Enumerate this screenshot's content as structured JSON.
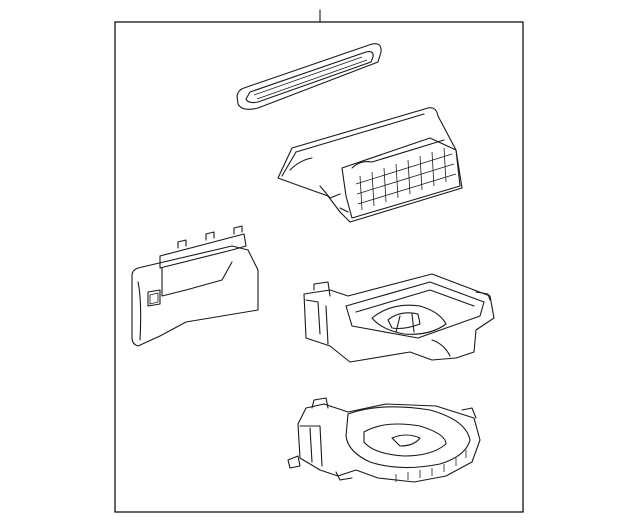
{
  "diagram": {
    "kind": "exploded-parts-illustration",
    "frame_color": "#000000",
    "line_color": "#1a1a1a",
    "background": "#ffffff",
    "parts": [
      {
        "id": "air-filter",
        "icon": "filter-element-icon"
      },
      {
        "id": "blower-inlet-case",
        "icon": "inlet-housing-icon"
      },
      {
        "id": "duct-panel",
        "icon": "duct-panel-icon"
      },
      {
        "id": "upper-blower-case",
        "icon": "upper-case-icon"
      },
      {
        "id": "lower-blower-case",
        "icon": "lower-case-icon"
      }
    ]
  }
}
